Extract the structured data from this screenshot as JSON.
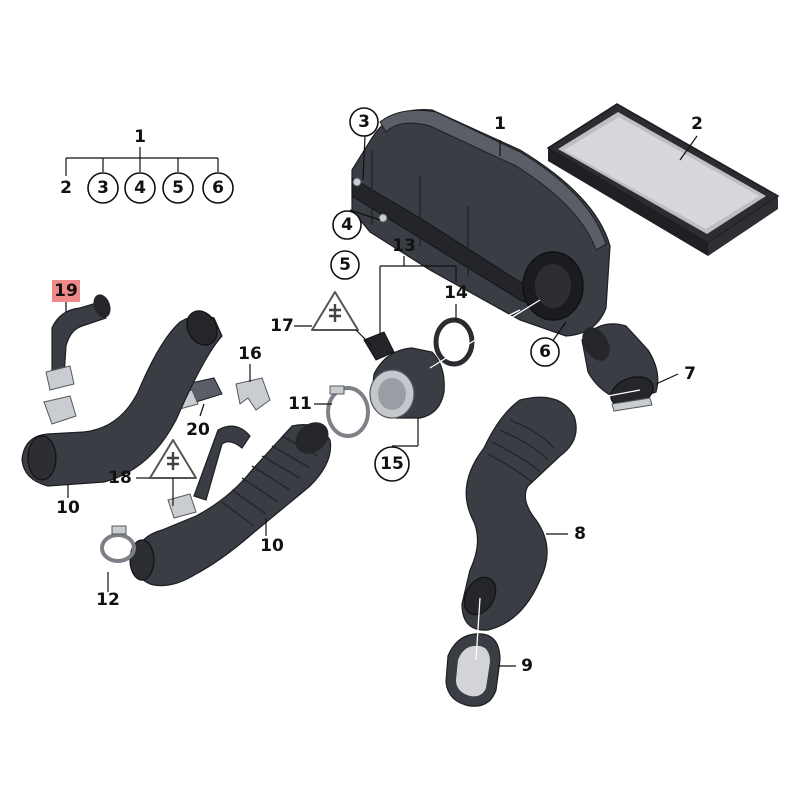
{
  "labels": {
    "p1": "1",
    "p2": "2",
    "p3": "3",
    "p4": "4",
    "p5": "5",
    "p6": "6",
    "p7": "7",
    "p8": "8",
    "p9": "9",
    "p10a": "10",
    "p10b": "10",
    "p11": "11",
    "p12": "12",
    "p13": "13",
    "p14": "14",
    "p15": "15",
    "p16": "16",
    "p17": "17",
    "p18": "18",
    "p19": "19",
    "p20": "20"
  },
  "legend": {
    "root": "1",
    "items": [
      "2",
      "3",
      "4",
      "5",
      "6"
    ],
    "circled": [
      false,
      true,
      true,
      true,
      true
    ]
  },
  "colors": {
    "part_dark": "#3a3d44",
    "highlight": "#f08a8a",
    "warning_border": "#555555"
  },
  "highlighted_part": "19"
}
